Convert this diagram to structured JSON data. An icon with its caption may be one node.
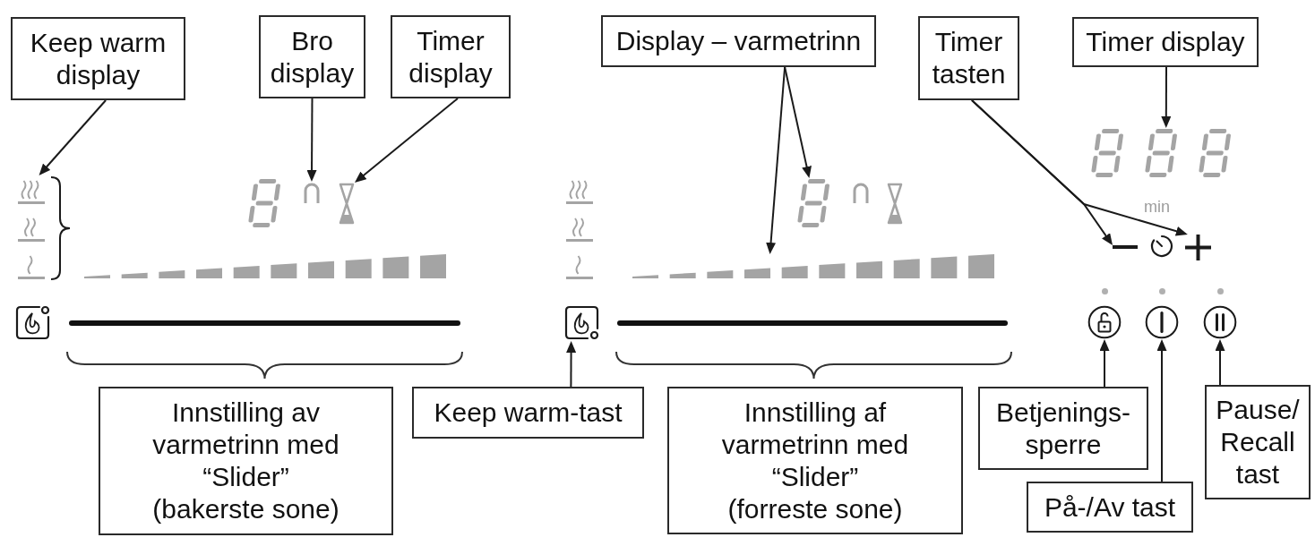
{
  "diagram": {
    "nodes": [
      {
        "text": [
          "Keep warm display"
        ]
      },
      {
        "text": [
          "Bro display"
        ]
      },
      {
        "text": [
          "Timer display"
        ]
      },
      {
        "text": [
          "Display – varmetrinn"
        ]
      },
      {
        "text": [
          "Timer tasten"
        ]
      },
      {
        "text": [
          "Timer display"
        ]
      },
      {
        "text": [],
        "shape": "picture"
      },
      {
        "text": [],
        "shape": "picture"
      },
      {
        "text": [],
        "shape": "picture"
      },
      {
        "text": [],
        "shape": "picture"
      },
      {
        "text": [],
        "shape": "picture"
      },
      {
        "text": [],
        "shape": "picture"
      },
      {
        "text": [],
        "shape": "bar"
      },
      {
        "text": [],
        "shape": "picture"
      },
      {
        "text": [],
        "shape": "picture"
      },
      {
        "text": [],
        "shape": "picture"
      },
      {
        "text": [],
        "shape": "picture"
      },
      {
        "text": [],
        "shape": "picture"
      },
      {
        "text": [
          "Innstilling av varmetrinn med “Slider” (bakerste sone)"
        ]
      },
      {
        "text": [
          "Keep warm-tast"
        ]
      },
      {
        "text": [
          "Innstilling af varmetrinn med “Slider” (forreste sone)"
        ]
      },
      {
        "text": [
          "Betjenings- sperre"
        ]
      },
      {
        "text": [
          "På-/Av tast"
        ]
      },
      {
        "text": [
          "Pause/ Recall tast"
        ]
      }
    ],
    "edges": [
      {
        "from": 0,
        "to": 6,
        "arrow": "to"
      },
      {
        "from": 1,
        "to": 7,
        "arrow": "to"
      },
      {
        "from": 2,
        "to": 8,
        "arrow": "to"
      },
      {
        "from": 3,
        "to": 11,
        "arrow": "to"
      },
      {
        "from": 3,
        "to": 9,
        "arrow": "to"
      },
      {
        "from": 5,
        "to": 10,
        "arrow": "to"
      },
      {
        "from": 4,
        "to": 12,
        "arrow": "to"
      },
      {
        "from": 4,
        "to": 13,
        "arrow": "to"
      },
      {
        "from": 19,
        "to": 14,
        "arrow": "to"
      },
      {
        "from": 21,
        "to": 15,
        "arrow": "to"
      },
      {
        "from": 22,
        "to": 16,
        "arrow": "to"
      },
      {
        "from": 23,
        "to": 17,
        "arrow": "to"
      }
    ],
    "labels": [
      "min"
    ]
  }
}
